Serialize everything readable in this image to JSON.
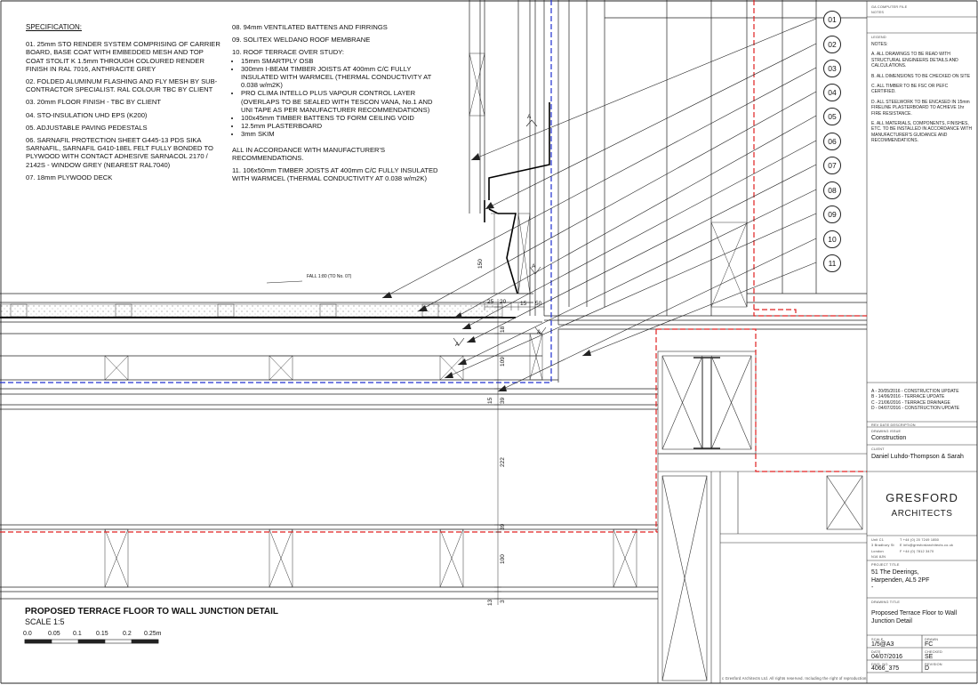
{
  "spec": {
    "heading": "SPECIFICATION:",
    "items_col1": [
      "01. 25mm STO RENDER SYSTEM COMPRISING OF CARRIER BOARD, BASE COAT WITH EMBEDDED MESH AND TOP COAT STOLIT K 1.5mm THROUGH COLOURED RENDER FINISH IN RAL 7016, ANTHRACITE GREY",
      "02. FOLDED ALUMINUM FLASHING AND FLY MESH BY SUB-CONTRACTOR SPECIALIST. RAL COLOUR TBC BY CLIENT",
      "03. 20mm FLOOR FINISH - TBC BY CLIENT",
      "04. STO-INSULATION UHD EPS (K200)",
      "05. ADJUSTABLE PAVING PEDESTALS",
      "06. SARNAFIL PROTECTION SHEET G445-13 PDS SIKA SARNAFIL, SARNAFIL G410-18EL FELT FULLY BONDED TO PLYWOOD WITH CONTACT ADHESIVE SARNACOL 2170 / 2142S - WINDOW GREY (NEAREST RAL7040)",
      "07. 18mm PLYWOOD DECK"
    ],
    "item08": "08. 94mm VENTILATED BATTENS AND FIRRINGS",
    "item09": "09. SOLITEX WELDANO ROOF MEMBRANE",
    "item10": "10. ROOF TERRACE OVER STUDY:",
    "item10_bullets": [
      "15mm SMARTPLY OSB",
      "300mm I-BEAM TIMBER JOISTS AT 400mm C/C FULLY INSULATED WITH WARMCEL (THERMAL CONDUCTIVITY AT 0.038 w/m2K)",
      "PRO CLIMA INTELLO PLUS VAPOUR CONTROL LAYER (OVERLAPS TO BE SEALED WITH TESCON VANA, No.1 AND UNI TAPE AS PER MANUFACTURER RECOMMENDATIONS)",
      "100x45mm TIMBER BATTENS TO FORM CEILING VOID",
      "12.5mm PLASTERBOARD",
      "3mm SKIM"
    ],
    "all_in": "ALL IN ACCORDANCE WITH MANUFACTURER'S RECOMMENDATIONS.",
    "item11": "11. 106x50mm TIMBER JOISTS AT 400mm C/C FULLY INSULATED WITH WARMCEL (THERMAL CONDUCTIVITY AT 0.038 w/m2K)"
  },
  "callouts": [
    "01",
    "02",
    "03",
    "04",
    "05",
    "06",
    "07",
    "08",
    "09",
    "10",
    "11"
  ],
  "dims": {
    "d150": "150",
    "d25": "25",
    "d20": "20",
    "d15": "15",
    "d50": "50",
    "d18": "18",
    "d109": "109",
    "d15b": "15",
    "d39": "39",
    "d222": "222",
    "d39b": "39",
    "d100": "100",
    "d13": "13",
    "d3": "3",
    "fall": "FALL 1:80 (TO No. 07)"
  },
  "section_marks": [
    "A",
    "A",
    "A",
    "A"
  ],
  "drawing_title": "PROPOSED TERRACE FLOOR TO WALL JUNCTION DETAIL",
  "drawing_scale": "SCALE 1:5",
  "scale_bar": [
    "0.0",
    "0.05",
    "0.1",
    "0.15",
    "0.2",
    "0.25m"
  ],
  "title_block": {
    "computer_file": "GA COMPUTER FILE",
    "notes_small": "NOTES",
    "legend": "LEGEND",
    "notes_heading": "NOTES:",
    "notes": [
      "A. ALL DRAWINGS TO BE READ WITH STRUCTURAL ENGINEERS DETAILS AND CALCULATIONS.",
      "B. ALL DIMENSIONS TO BE CHECKED ON SITE",
      "C. ALL TIMBER TO BE FSC OR PEFC CERTIFIED.",
      "D. ALL STEELWORK TO BE ENCASED IN 15mm FIRELINE PLASTERBOARD TO ACHIEVE 1hr FIRE RESISTANCE.",
      "E. ALL MATERIALS, COMPONENTS, FINISHES, ETC. TO BE INSTALLED IN ACCORDANCE WITH MANUFACTURER'S GUIDANCE AND RECOMMENDATIONS."
    ],
    "revisions": [
      "A - 20/05/2016 - CONSTRUCTION UPDATE",
      "B - 14/06/2016 - TERRACE UPDATE",
      "C - 21/06/2016 - TERRACE DRAINAGE",
      "D - 04/07/2016 - CONSTRUCTION UPDATE"
    ],
    "rev_header": "REV  DATE      DESCRIPTION",
    "drawing_issue_label": "DRAWING ISSUE",
    "drawing_issue": "Construction",
    "client_label": "CLIENT",
    "client": "Daniel Luhdo-Thompson & Sarah",
    "firm_name": "GRESFORD",
    "firm_sub": "ARCHITECTS",
    "address": [
      "Unit C1",
      "3 Bradbury St",
      "London",
      "N16 8JN"
    ],
    "contact": [
      "T  +44 (0) 20 7249 1850",
      "E  info@gresfordarchitects.co.uk",
      "F  +44 (0) 7812 3470"
    ],
    "project_title_label": "PROJECT TITLE",
    "project_title": [
      "51 The Deerings,",
      "Harpenden, AL5 2PF",
      "-"
    ],
    "drawing_title_label": "DRAWING TITLE",
    "drawing_title": "Proposed Terrace Floor to Wall Junction Detail",
    "scale_label": "SCALE",
    "scale_val": "1/5@A3",
    "drawn_label": "DRAWN",
    "drawn_val": "FC",
    "date_label": "DATE",
    "date_val": "04/07/2016",
    "checked_label": "CHECKED",
    "checked_val": "SE",
    "dwg_label": "DWG. NO.",
    "dwg_val": "4066_375",
    "revision_label": "REVISION",
    "revision_val": "D",
    "copyright": "c Gresford Architects Ltd.  All rights reserved.  Including the right of reproduction"
  },
  "colors": {
    "line": "#1a1a1a",
    "red_dash": "#e02020",
    "blue_dash": "#2030d0",
    "hatch": "#777777"
  }
}
